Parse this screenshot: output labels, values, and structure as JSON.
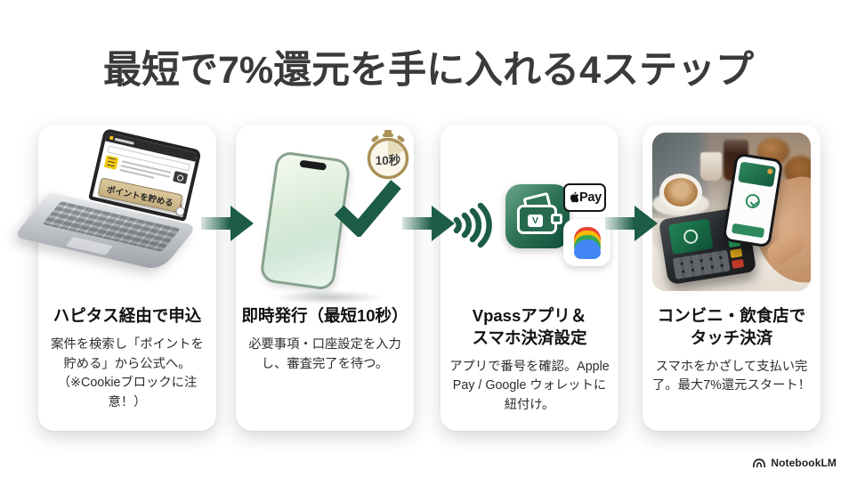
{
  "page": {
    "title": "最短で7%還元を手に入れる4ステップ",
    "brand": "NotebookLM"
  },
  "colors": {
    "accent_green": "#1d5c46",
    "timer_gold": "#ab9157",
    "timer_fill": "#faf6ea",
    "vpass_green_dark": "#0e4c37",
    "vpass_green_light": "#6aa689",
    "laptop_button_tan": "#c9b488",
    "apple_pay_border": "#141414",
    "google_red": "#e94335",
    "google_yellow": "#fabb05",
    "google_green": "#34a853",
    "google_blue": "#4286f5",
    "title_text": "#3a3a3a",
    "body_text": "#2d2d2d"
  },
  "steps": [
    {
      "title": "ハピタス経由で申込",
      "body": "案件を検索し「ポイントを貯める」から公式へ。（※Cookieブロックに注意！）",
      "media": {
        "type": "laptop-illustration",
        "button_label": "ポイントを貯める"
      }
    },
    {
      "title": "即時発行（最短10秒）",
      "body": "必要事項・口座設定を入力し、審査完了を待つ。",
      "media": {
        "type": "smartphone-with-checkmark",
        "badge_label": "10秒"
      }
    },
    {
      "title": "Vpassアプリ＆\nスマホ決済設定",
      "body": "アプリで番号を確認。Apple Pay / Google ウォレットに紐付け。",
      "media": {
        "type": "app-icons",
        "vpass_letter": "V",
        "apple_pay_label": "Pay"
      }
    },
    {
      "title": "コンビニ・飲食店で\nタッチ決済",
      "body": "スマホをかざして支払い完了。最大7%還元スタート！",
      "media": {
        "type": "tap-payment-photo"
      }
    }
  ],
  "icons": {
    "arrow": "right-arrow-icon",
    "timer": "stopwatch-icon",
    "check": "checkmark-icon",
    "nfc": "contactless-waves-icon",
    "vpass": "vpass-wallet-icon",
    "apple": "apple-logo-icon",
    "google_wallet": "google-wallet-icon",
    "brand_mark": "notebooklm-logo-icon"
  }
}
